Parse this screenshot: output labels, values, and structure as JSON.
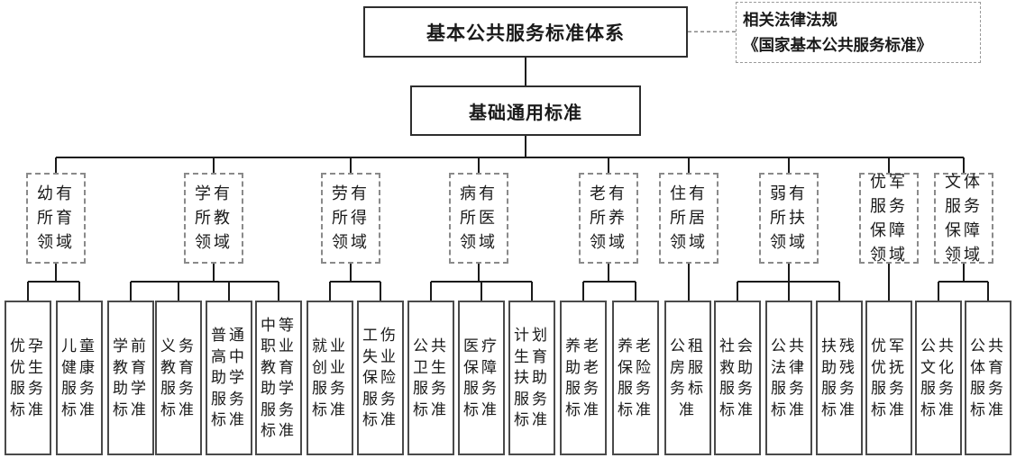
{
  "root": {
    "label": "基本公共服务标准体系"
  },
  "legal_note": {
    "line1": "相关法律法规",
    "line2": "《国家基本公共服务标准》"
  },
  "base": {
    "label": "基础通用标准"
  },
  "branches": [
    {
      "domain": "幼有所育领域",
      "children": [
        "优孕优生服务标准",
        "儿童健康服务标准"
      ]
    },
    {
      "domain": "学有所教领域",
      "children": [
        "学前教育助学标准",
        "义务教育服务标准",
        "普通高中助学服务标准",
        "中等职业教育助学服务标准"
      ]
    },
    {
      "domain": "劳有所得领域",
      "children": [
        "就业创业服务标准",
        "工伤失业保险服务标准"
      ]
    },
    {
      "domain": "病有所医领域",
      "children": [
        "公共卫生服务标准",
        "医疗保障服务标准",
        "计划生育扶助服务标准"
      ]
    },
    {
      "domain": "老有所养领域",
      "children": [
        "养老助老服务标准",
        "养老保险服务标准"
      ]
    },
    {
      "domain": "住有所居领域",
      "children": [
        "公租房服务标准"
      ]
    },
    {
      "domain": "弱有所扶领域",
      "children": [
        "社会救助服务标准",
        "公共法律服务标准",
        "扶残助残服务标准"
      ]
    },
    {
      "domain": "优军服务保障领域",
      "children": [
        "优军优抚服务标准"
      ]
    },
    {
      "domain": "文体服务保障领域",
      "children": [
        "公共文化服务标准",
        "公共体育服务标准"
      ]
    }
  ],
  "colors": {
    "line": "#1a1a1a",
    "dashed_line": "#888888",
    "solid_border": "#2e2e2e",
    "dashed_border": "#8a8a8a",
    "text": "#1a1a1a",
    "background": "#ffffff"
  }
}
